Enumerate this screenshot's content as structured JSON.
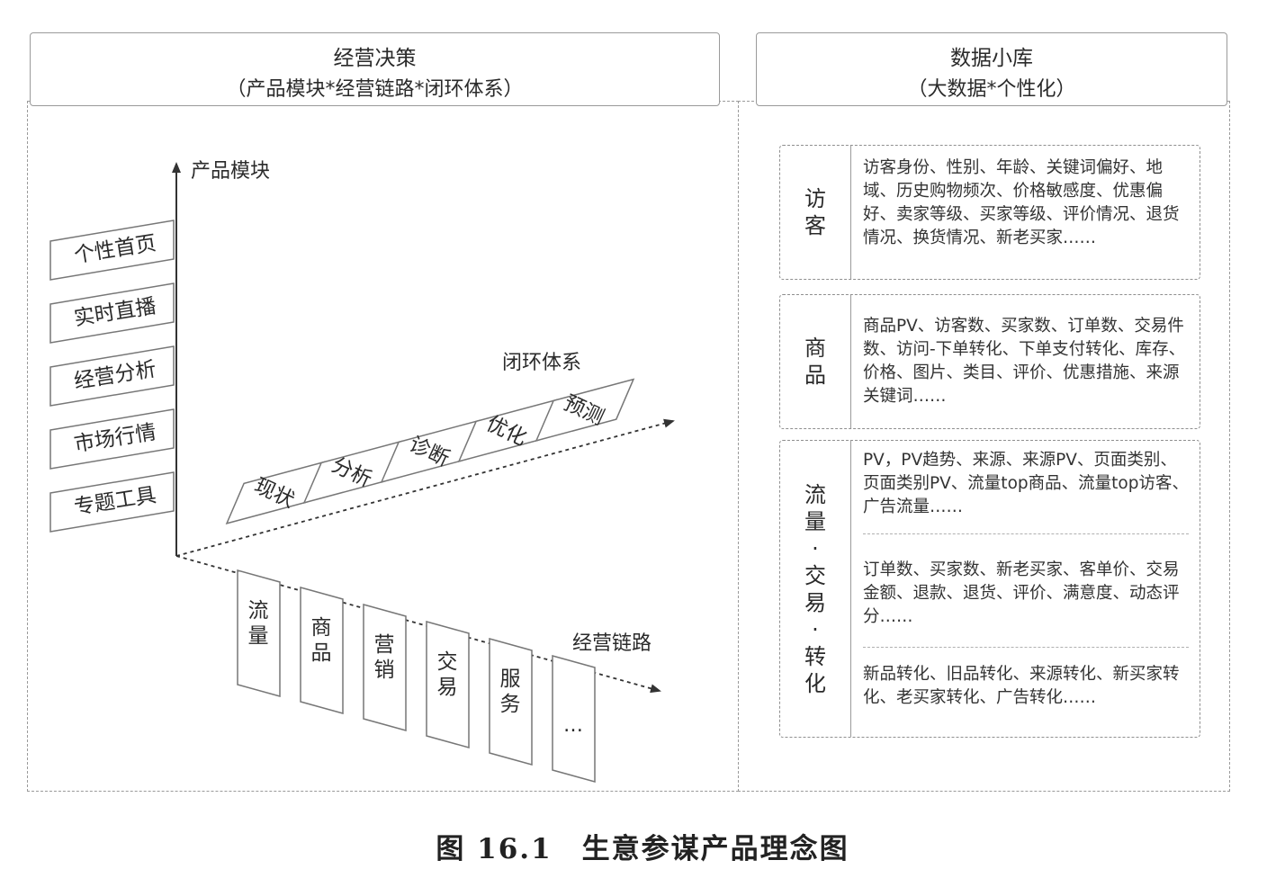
{
  "left_header": {
    "title": "经营决策",
    "subtitle": "（产品模块*经营链路*闭环体系）"
  },
  "right_header": {
    "title": "数据小库",
    "subtitle": "（大数据*个性化）"
  },
  "axes": {
    "product_module": "产品模块",
    "closed_loop": "闭环体系",
    "business_chain": "经营链路"
  },
  "modules": [
    "个性首页",
    "实时直播",
    "经营分析",
    "市场行情",
    "专题工具"
  ],
  "loop_steps": [
    "现状",
    "分析",
    "诊断",
    "优化",
    "预测"
  ],
  "chain_steps": [
    "流量",
    "商品",
    "营销",
    "交易",
    "服务",
    "…"
  ],
  "cards": {
    "visitor": {
      "label": "访客",
      "text": "访客身份、性别、年龄、关键词偏好、地域、历史购物频次、价格敏感度、优惠偏好、卖家等级、买家等级、评价情况、退货情况、换货情况、新老买家……"
    },
    "product": {
      "label": "商品",
      "text": "商品PV、访客数、买家数、订单数、交易件数、访问-下单转化、下单支付转化、库存、价格、图片、类目、评价、优惠措施、来源关键词……"
    },
    "traffic": {
      "label": "流量·交易·转化",
      "texts": [
        "PV，PV趋势、来源、来源PV、页面类别、页面类别PV、流量top商品、流量top访客、广告流量……",
        "订单数、买家数、新老买家、客单价、交易金额、退款、退货、评价、满意度、动态评分……",
        "新品转化、旧品转化、来源转化、新买家转化、老买家转化、广告转化……"
      ]
    }
  },
  "caption": "图 16.1　生意参谋产品理念图"
}
